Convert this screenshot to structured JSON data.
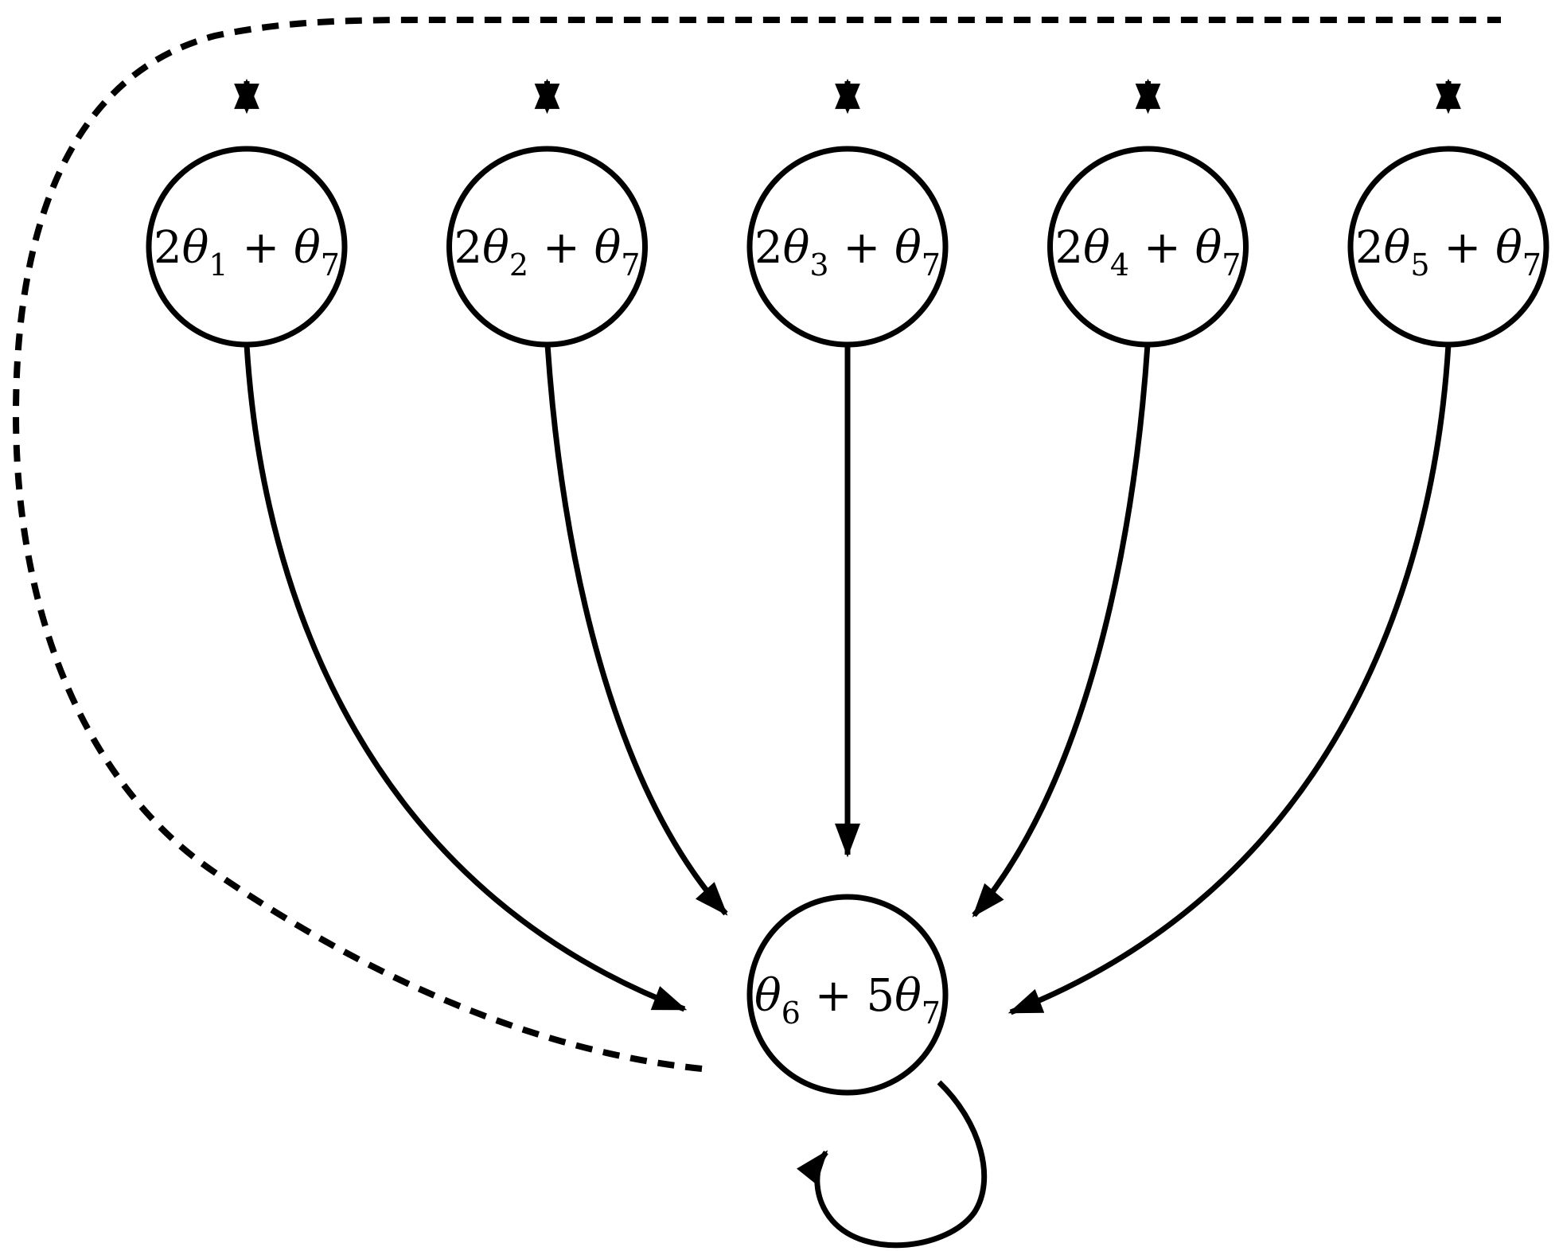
{
  "figure": {
    "background": "#ffffff",
    "ink": "#000000",
    "description": "Path diagram: five upper nodes with dashed bidirectional links to a common dashed hyper-path, each sending a directed solid arrow into one lower node, which also has a self-loop and a dashed link from the hyper-path.",
    "top_nodes": [
      {
        "coef": "2",
        "var": "θ",
        "sub": "1",
        "op": " + ",
        "var2": "θ",
        "sub2": "7"
      },
      {
        "coef": "2",
        "var": "θ",
        "sub": "2",
        "op": " + ",
        "var2": "θ",
        "sub2": "7"
      },
      {
        "coef": "2",
        "var": "θ",
        "sub": "3",
        "op": " + ",
        "var2": "θ",
        "sub2": "7"
      },
      {
        "coef": "2",
        "var": "θ",
        "sub": "4",
        "op": " + ",
        "var2": "θ",
        "sub2": "7"
      },
      {
        "coef": "2",
        "var": "θ",
        "sub": "5",
        "op": " + ",
        "var2": "θ",
        "sub2": "7"
      }
    ],
    "center_node": {
      "var": "θ",
      "sub": "6",
      "op": " + ",
      "coef": "5",
      "var2": "θ",
      "sub2": "7"
    }
  }
}
